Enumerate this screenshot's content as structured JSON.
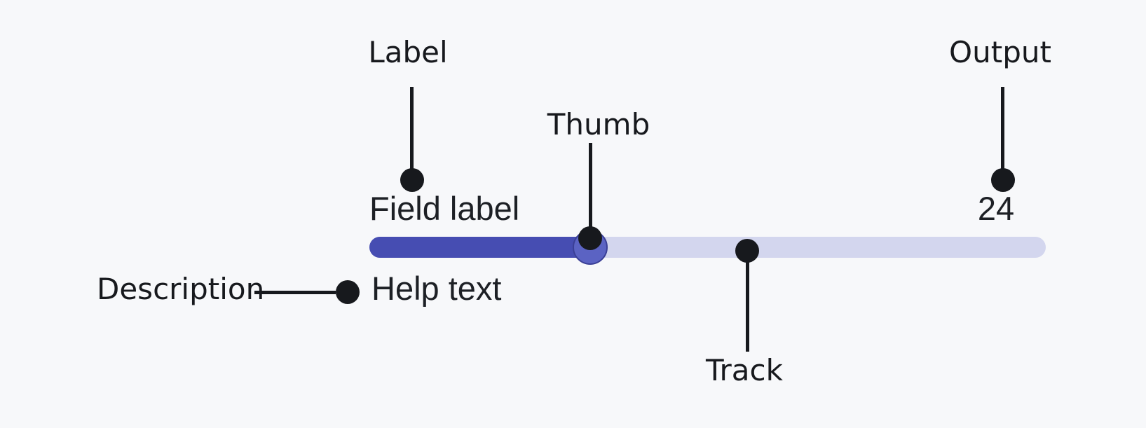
{
  "component": {
    "field_label": "Field label",
    "help_text": "Help text",
    "output_value": "24",
    "colors": {
      "background": "#f7f8fa",
      "track": "#d3d6ee",
      "track_fill": "#464db2",
      "thumb_fill": "#5b63c3",
      "thumb_border": "#3a3f96",
      "text": "#1d2025"
    }
  },
  "annotations": {
    "color": "#17191d",
    "label": {
      "text": "Label"
    },
    "thumb": {
      "text": "Thumb"
    },
    "output": {
      "text": "Output"
    },
    "description": {
      "text": "Description"
    },
    "track": {
      "text": "Track"
    }
  }
}
